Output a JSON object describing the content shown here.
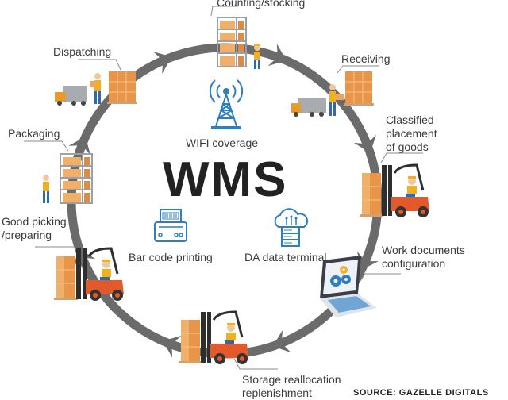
{
  "title": "WMS",
  "colors": {
    "ring": "#6b6b6b",
    "icon_blue": "#2f7fbf",
    "box_orange": "#e8954a",
    "forklift_orange": "#e2592b",
    "title_dark": "#222222",
    "label_text": "#3b3b3b"
  },
  "cycle_steps": [
    {
      "id": "counting",
      "label": "Counting/stocking",
      "icon": "shelf-with-worker-icon"
    },
    {
      "id": "receiving",
      "label": "Receiving",
      "icon": "truck-pallet-worker-icon"
    },
    {
      "id": "classified",
      "label": "Classified\nplacement\nof goods",
      "icon": "forklift-icon"
    },
    {
      "id": "work-docs",
      "label": "Work documents\nconfiguration",
      "icon": "laptop-gears-icon"
    },
    {
      "id": "storage",
      "label": "Storage reallocation\nreplenishment",
      "icon": "forklift-icon"
    },
    {
      "id": "picking",
      "label": "Good picking\n/preparing",
      "icon": "forklift-icon"
    },
    {
      "id": "packaging",
      "label": "Packaging",
      "icon": "shelf-with-worker-icon"
    },
    {
      "id": "dispatching",
      "label": "Dispatching",
      "icon": "truck-pallet-worker-icon"
    }
  ],
  "features": [
    {
      "id": "wifi",
      "label": "WIFI coverage",
      "icon": "wifi-tower-icon"
    },
    {
      "id": "barcode",
      "label": "Bar code printing",
      "icon": "barcode-printer-icon"
    },
    {
      "id": "terminal",
      "label": "DA data terminal",
      "icon": "cloud-server-icon"
    }
  ],
  "source": "SOURCE: GAZELLE DIGITALS"
}
